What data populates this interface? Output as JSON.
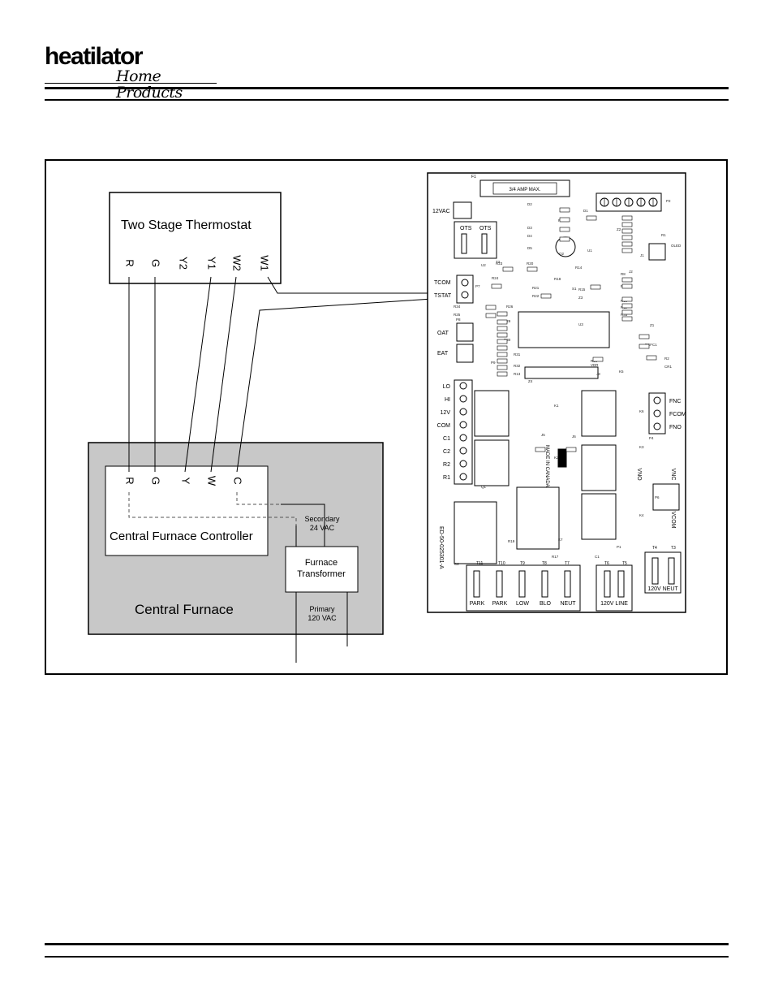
{
  "header": {
    "brand": "heatilator",
    "sub_brand": "Home Products"
  },
  "thermostat": {
    "title": "Two Stage Thermostat",
    "terminals": [
      "R",
      "G",
      "Y2",
      "Y1",
      "W2",
      "W1"
    ]
  },
  "furnace": {
    "title": "Central Furnace",
    "controller_title": "Central Furnace Controller",
    "controller_terminals": [
      "R",
      "G",
      "Y",
      "W",
      "C"
    ],
    "transformer_label": [
      "Furnace",
      "Transformer"
    ],
    "secondary_label": [
      "Secondary",
      "24 VAC"
    ],
    "primary_label": [
      "Primary",
      "120 VAC"
    ]
  },
  "board": {
    "fuse_label": "3/4 AMP MAX.",
    "fuse_ref": "F1",
    "connector_12vac": "12VAC",
    "ots_labels": [
      "OTS",
      "OTS"
    ],
    "tstat_labels": [
      "TCOM",
      "TSTAT"
    ],
    "sensor_labels": [
      "OAT",
      "EAT"
    ],
    "left_terminals": [
      "LO",
      "HI",
      "12V",
      "COM",
      "C1",
      "C2",
      "R2",
      "R1"
    ],
    "right_top_terminals": [
      "FNC",
      "FCOM",
      "FNO"
    ],
    "right_mid_terminals": [
      "VNO",
      "VNC",
      "VCOM"
    ],
    "made_in": "MADE IN CANADA",
    "part_number": "ED-50-025301-A",
    "bottom_terminals": [
      "PARK",
      "PARK",
      "LOW",
      "BLO",
      "NEUT"
    ],
    "line_label": "120V LINE",
    "neut_label": "120V NEUT",
    "bottom_refs": [
      "T11",
      "T10",
      "T9",
      "T8",
      "T7",
      "T6",
      "T5",
      "T4",
      "T3"
    ],
    "component_refs": [
      "D2",
      "D3",
      "D4",
      "D5",
      "D1",
      "R12",
      "R3",
      "R4",
      "R5",
      "R6",
      "R7",
      "Z2",
      "R1",
      "J1",
      "OLED",
      "R23",
      "R20",
      "R24",
      "R21",
      "R22",
      "R18",
      "R15",
      "Z3",
      "R8",
      "R9",
      "R10",
      "R11",
      "R33",
      "R34",
      "R25",
      "R26",
      "R29",
      "R30",
      "R31",
      "R32",
      "R13",
      "DEFC1",
      "Z1",
      "R2",
      "CR1",
      "R16",
      "J3",
      "K5",
      "K1",
      "K6",
      "K2",
      "K3",
      "K4",
      "K7",
      "C2",
      "R19",
      "R17",
      "C1",
      "P1",
      "P2",
      "P4",
      "P6",
      "P7",
      "P8",
      "P9",
      "Q1",
      "Q2",
      "U1",
      "U2",
      "U3",
      "VDR",
      "T1",
      "T2",
      "S1",
      "Z4",
      "J2",
      "J5",
      "J6",
      "R14"
    ]
  },
  "colors": {
    "furnace_fill": "#c8c8c8",
    "line": "#000000",
    "dashed": "#555555"
  }
}
